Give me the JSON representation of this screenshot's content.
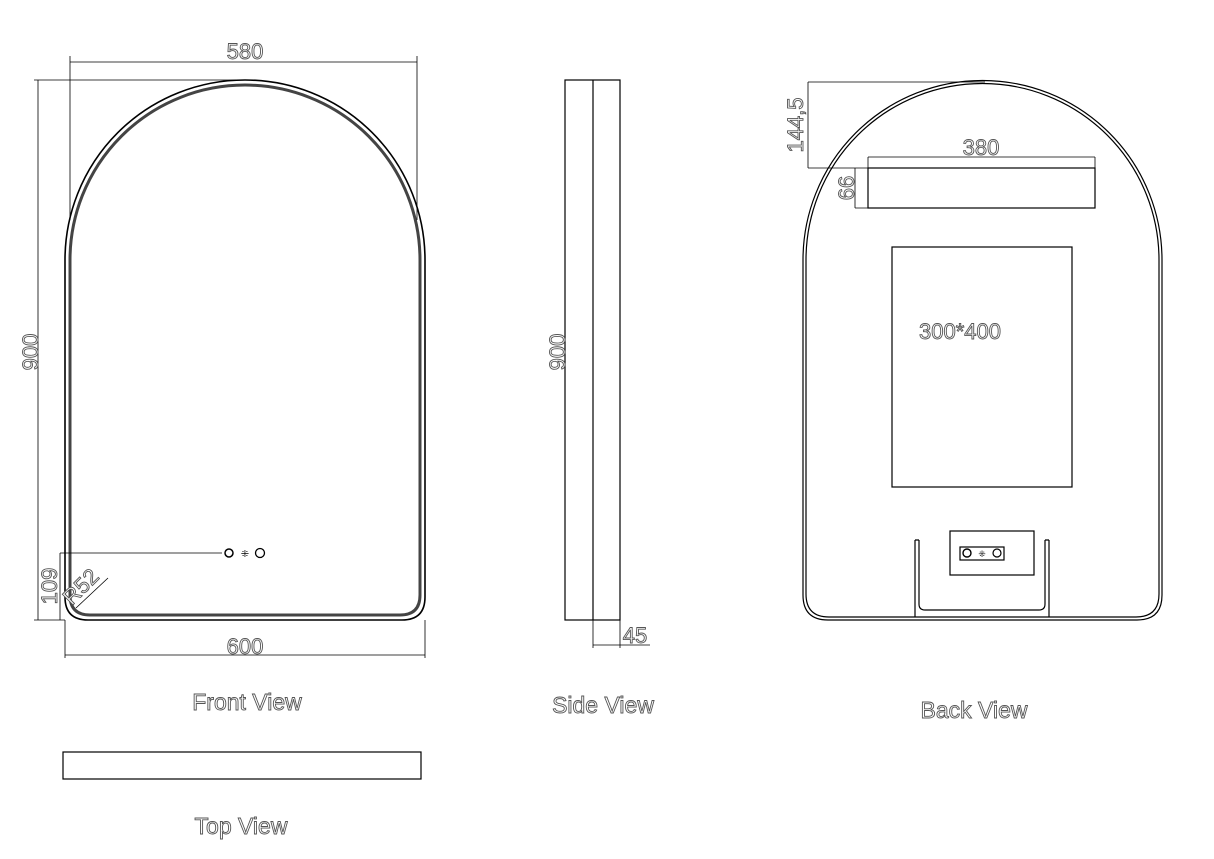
{
  "views": {
    "front": {
      "label": "Front View",
      "width_top": "580",
      "height": "900",
      "switch_height": "109",
      "radius": "R52",
      "width": "600"
    },
    "side": {
      "label": "Side View",
      "height": "900",
      "depth": "45"
    },
    "back": {
      "label": "Back View",
      "offset": "144,5",
      "box_width": "380",
      "box_height": "66",
      "panel": "300*400"
    },
    "top": {
      "label": "Top View"
    }
  }
}
